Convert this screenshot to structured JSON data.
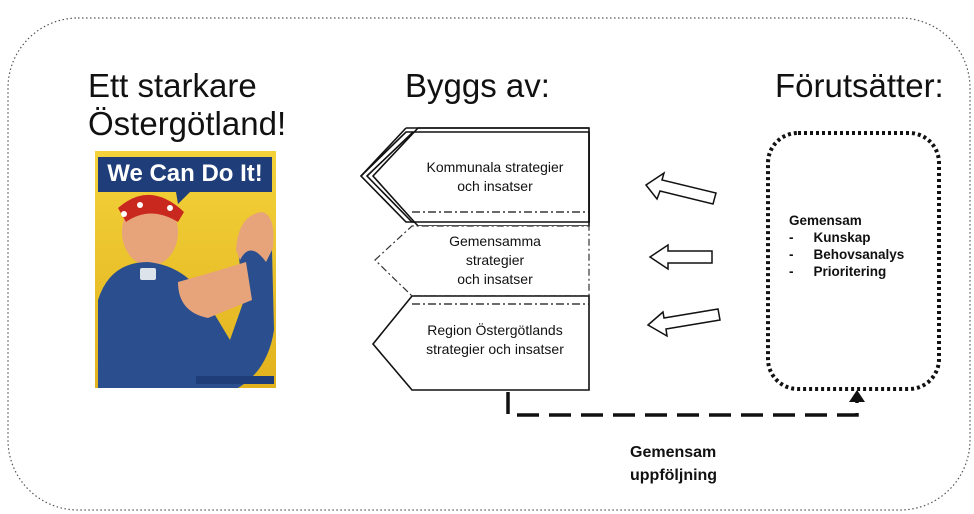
{
  "headings": {
    "left_line1": "Ett starkare",
    "left_line2": "Östergötland!",
    "middle": "Byggs av:",
    "right": "Förutsätter:"
  },
  "poster": {
    "text": "We Can Do It!"
  },
  "strategies": [
    {
      "line1": "Kommunala strategier",
      "line2": "och insatser"
    },
    {
      "line1": "Gemensamma",
      "line2": "strategier",
      "line3": "och insatser"
    },
    {
      "line1": "Region Östergötlands",
      "line2": "strategier och insatser"
    }
  ],
  "prerequisites": {
    "title": "Gemensam",
    "items": [
      "Kunskap",
      "Behovsanalys",
      "Prioritering"
    ],
    "bullet": "-"
  },
  "followup": {
    "line1": "Gemensam",
    "line2": "uppföljning"
  }
}
